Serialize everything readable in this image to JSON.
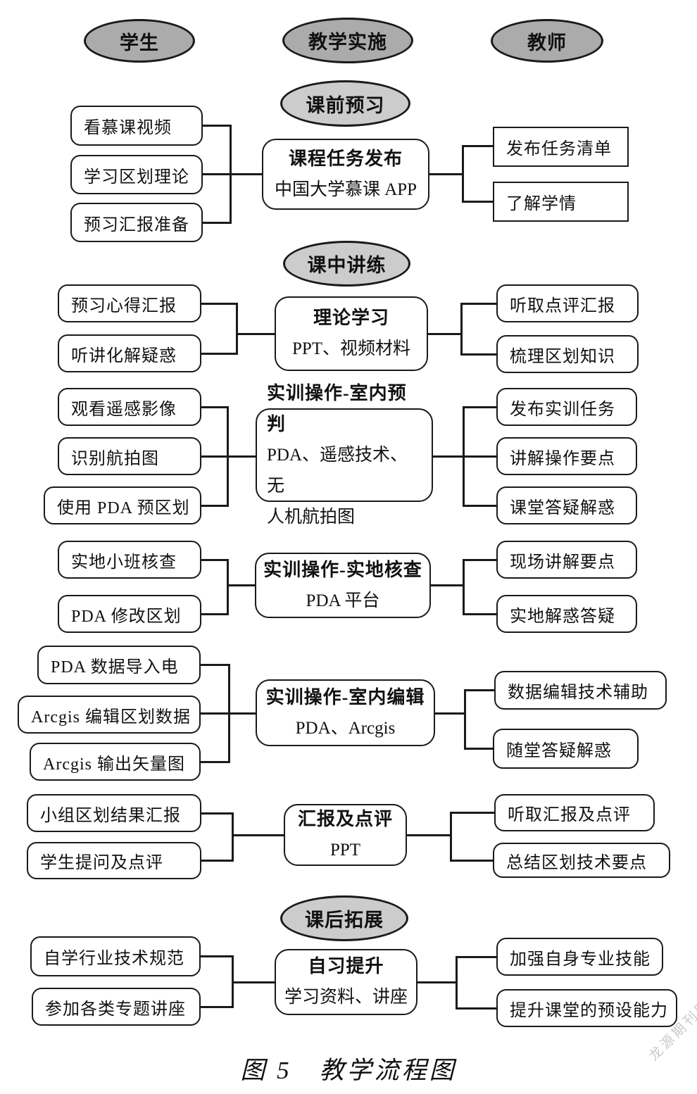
{
  "figure": {
    "caption": "图 5　教学流程图",
    "watermark": "龙源期刊网"
  },
  "columns": {
    "student": "学生",
    "process": "教学实施",
    "teacher": "教师"
  },
  "stages": {
    "pre_class": "课前预习",
    "in_class": "课中讲练",
    "post_class": "课后拓展"
  },
  "groups": [
    {
      "center": {
        "title": "课程任务发布",
        "subtitle": "中国大学慕课 APP"
      },
      "students": [
        "看慕课视频",
        "学习区划理论",
        "预习汇报准备"
      ],
      "teachers": [
        "发布任务清单",
        "了解学情"
      ]
    },
    {
      "center": {
        "title": "理论学习",
        "subtitle": "PPT、视频材料"
      },
      "students": [
        "预习心得汇报",
        "听讲化解疑惑"
      ],
      "teachers": [
        "听取点评汇报",
        "梳理区划知识"
      ]
    },
    {
      "center": {
        "title": "实训操作-室内预判",
        "subtitle": "PDA、遥感技术、无\n人机航拍图"
      },
      "students": [
        "观看遥感影像",
        "识别航拍图",
        "使用 PDA 预区划"
      ],
      "teachers": [
        "发布实训任务",
        "讲解操作要点",
        "课堂答疑解惑"
      ]
    },
    {
      "center": {
        "title": "实训操作-实地核查",
        "subtitle": "PDA 平台"
      },
      "students": [
        "实地小班核查",
        "PDA 修改区划"
      ],
      "teachers": [
        "现场讲解要点",
        "实地解惑答疑"
      ]
    },
    {
      "center": {
        "title": "实训操作-室内编辑",
        "subtitle": "PDA、Arcgis"
      },
      "students": [
        "PDA 数据导入电",
        "Arcgis 编辑区划数据",
        "Arcgis 输出矢量图"
      ],
      "teachers": [
        "数据编辑技术辅助",
        "随堂答疑解惑"
      ]
    },
    {
      "center": {
        "title": "汇报及点评",
        "subtitle": "PPT"
      },
      "students": [
        "小组区划结果汇报",
        "学生提问及点评"
      ],
      "teachers": [
        "听取汇报及点评",
        "总结区划技术要点"
      ]
    },
    {
      "center": {
        "title": "自习提升",
        "subtitle": "学习资料、讲座"
      },
      "students": [
        "自学行业技术规范",
        "参加各类专题讲座"
      ],
      "teachers": [
        "加强自身专业技能",
        "提升课堂的预设能力"
      ]
    }
  ],
  "colors": {
    "header_ellipse_fill": "#ababab",
    "stage_ellipse_fill": "#cccccc",
    "line": "#1a1a1a",
    "box_background": "#ffffff"
  }
}
